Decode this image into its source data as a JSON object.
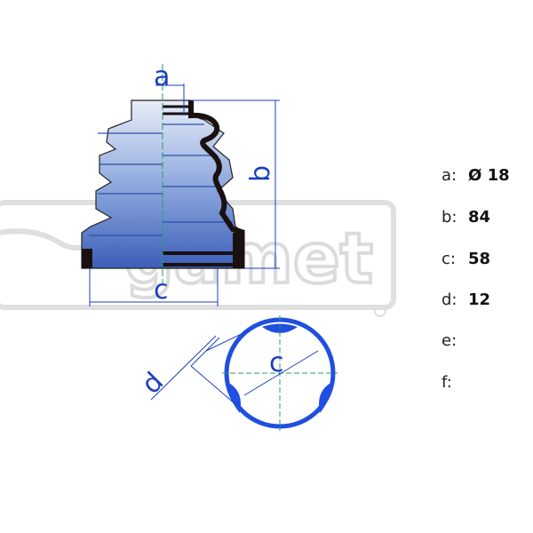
{
  "watermark": {
    "text": "gamet",
    "color": "#d8d8d8"
  },
  "drawing": {
    "labels": {
      "a": "a",
      "b": "b",
      "c_side": "c",
      "c_front": "c",
      "d": "d"
    },
    "colors": {
      "dimension": "#1a3fbf",
      "boot": "#3b6fd0",
      "profile": "#1a1010",
      "axis": "#2e9a6a",
      "section": "#1f4fe0"
    }
  },
  "specs": [
    {
      "key": "a:",
      "value": "Ø 18"
    },
    {
      "key": "b:",
      "value": "84"
    },
    {
      "key": "c:",
      "value": "58"
    },
    {
      "key": "d:",
      "value": "12"
    },
    {
      "key": "e:",
      "value": ""
    },
    {
      "key": "f:",
      "value": ""
    }
  ]
}
